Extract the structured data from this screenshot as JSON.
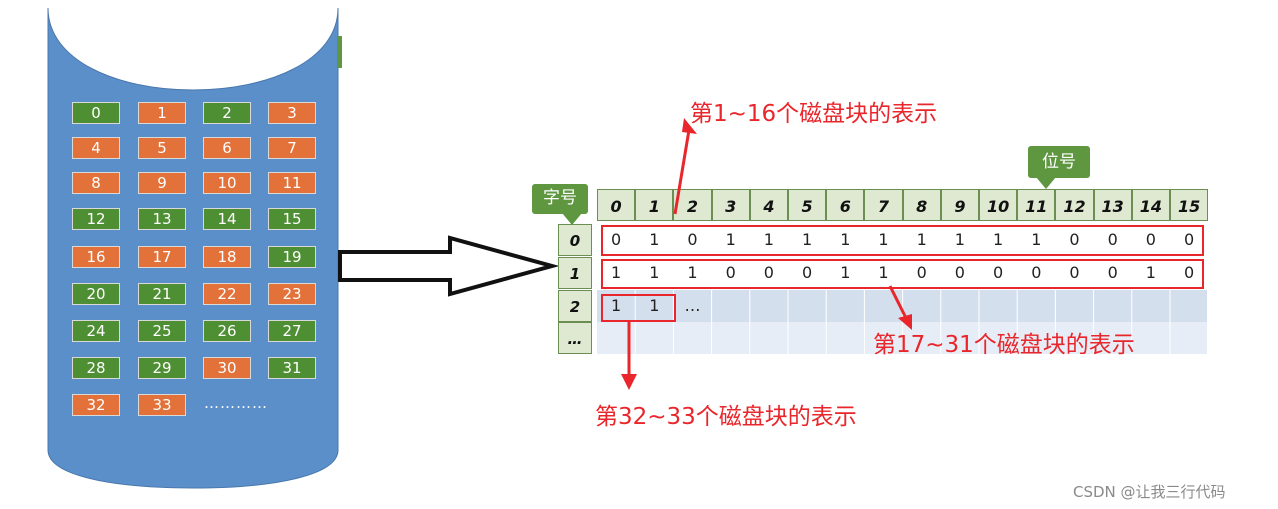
{
  "disk": {
    "blocks": [
      {
        "label": "0",
        "color": "green"
      },
      {
        "label": "1",
        "color": "orange"
      },
      {
        "label": "2",
        "color": "green"
      },
      {
        "label": "3",
        "color": "orange"
      },
      {
        "label": "4",
        "color": "orange"
      },
      {
        "label": "5",
        "color": "orange"
      },
      {
        "label": "6",
        "color": "orange"
      },
      {
        "label": "7",
        "color": "orange"
      },
      {
        "label": "8",
        "color": "orange"
      },
      {
        "label": "9",
        "color": "orange"
      },
      {
        "label": "10",
        "color": "orange"
      },
      {
        "label": "11",
        "color": "orange"
      },
      {
        "label": "12",
        "color": "green"
      },
      {
        "label": "13",
        "color": "green"
      },
      {
        "label": "14",
        "color": "green"
      },
      {
        "label": "15",
        "color": "green"
      },
      {
        "label": "16",
        "color": "orange"
      },
      {
        "label": "17",
        "color": "orange"
      },
      {
        "label": "18",
        "color": "orange"
      },
      {
        "label": "19",
        "color": "green"
      },
      {
        "label": "20",
        "color": "green"
      },
      {
        "label": "21",
        "color": "green"
      },
      {
        "label": "22",
        "color": "orange"
      },
      {
        "label": "23",
        "color": "orange"
      },
      {
        "label": "24",
        "color": "green"
      },
      {
        "label": "25",
        "color": "green"
      },
      {
        "label": "26",
        "color": "green"
      },
      {
        "label": "27",
        "color": "green"
      },
      {
        "label": "28",
        "color": "green"
      },
      {
        "label": "29",
        "color": "green"
      },
      {
        "label": "30",
        "color": "orange"
      },
      {
        "label": "31",
        "color": "green"
      },
      {
        "label": "32",
        "color": "orange"
      },
      {
        "label": "33",
        "color": "orange"
      }
    ],
    "ellipsis": "…………",
    "colors": {
      "body": "#5b8fca",
      "green": "#4f8f34",
      "orange": "#e3713a"
    }
  },
  "bitmap": {
    "bit_header_label": "位号",
    "word_header_label": "字号",
    "bit_numbers": [
      "0",
      "1",
      "2",
      "3",
      "4",
      "5",
      "6",
      "7",
      "8",
      "9",
      "10",
      "11",
      "12",
      "13",
      "14",
      "15"
    ],
    "word_numbers": [
      "0",
      "1",
      "2",
      "…"
    ],
    "rows": [
      [
        "0",
        "1",
        "0",
        "1",
        "1",
        "1",
        "1",
        "1",
        "1",
        "1",
        "1",
        "1",
        "0",
        "0",
        "0",
        "0"
      ],
      [
        "1",
        "1",
        "1",
        "0",
        "0",
        "0",
        "1",
        "1",
        "0",
        "0",
        "0",
        "0",
        "0",
        "0",
        "1",
        "0"
      ],
      [
        "1",
        "1",
        "…"
      ]
    ]
  },
  "annotations": {
    "label_blocks_1_16": "第1~16个磁盘块的表示",
    "label_blocks_17_31": "第17~31个磁盘块的表示",
    "label_blocks_32_33": "第32~33个磁盘块的表示",
    "color": "#e8262b"
  },
  "watermark": "CSDN @让我三行代码"
}
